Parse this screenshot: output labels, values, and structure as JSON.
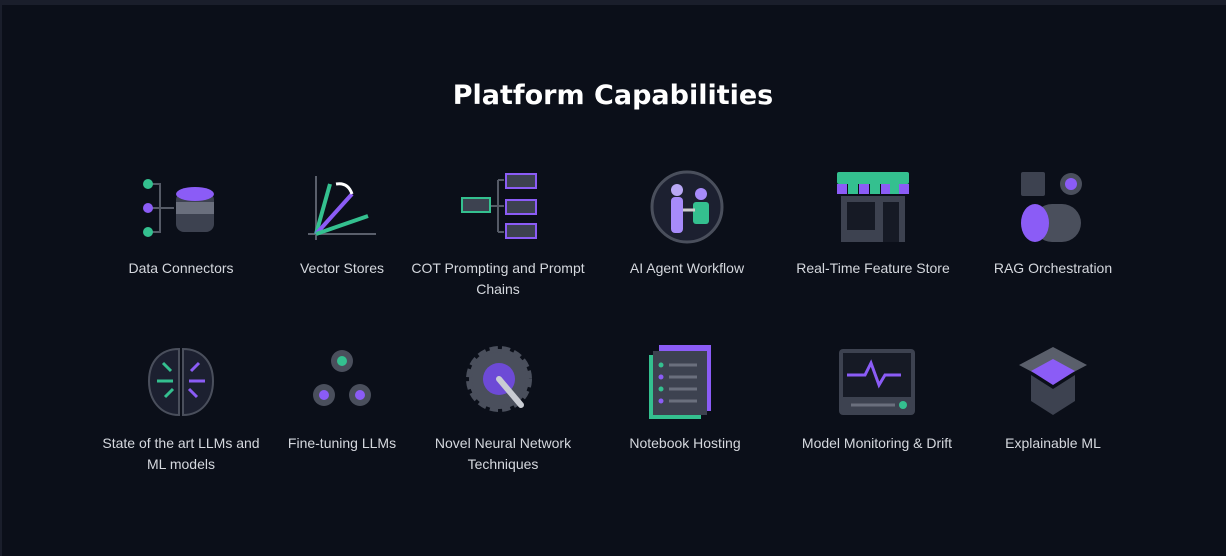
{
  "title": "Platform Capabilities",
  "colors": {
    "accent_green": "#34c08f",
    "accent_purple": "#8b5cf6",
    "background": "#0b0f19"
  },
  "capabilities": [
    {
      "label": "Data Connectors",
      "icon": "database-icon"
    },
    {
      "label": "Vector Stores",
      "icon": "vector-chart-icon"
    },
    {
      "label": "COT Prompting and Prompt Chains",
      "icon": "prompt-chain-icon"
    },
    {
      "label": "AI Agent Workflow",
      "icon": "agent-handshake-icon"
    },
    {
      "label": "Real-Time Feature Store",
      "icon": "storefront-icon"
    },
    {
      "label": "RAG Orchestration",
      "icon": "rag-cylinder-icon"
    },
    {
      "label": "State of the art LLMs and ML models",
      "icon": "brain-icon"
    },
    {
      "label": "Fine-tuning LLMs",
      "icon": "gears-cycle-icon"
    },
    {
      "label": "Novel Neural Network Techniques",
      "icon": "gear-wrench-icon"
    },
    {
      "label": "Notebook Hosting",
      "icon": "notebook-icon"
    },
    {
      "label": "Model Monitoring & Drift",
      "icon": "monitor-pulse-icon"
    },
    {
      "label": "Explainable ML",
      "icon": "open-box-icon"
    }
  ]
}
